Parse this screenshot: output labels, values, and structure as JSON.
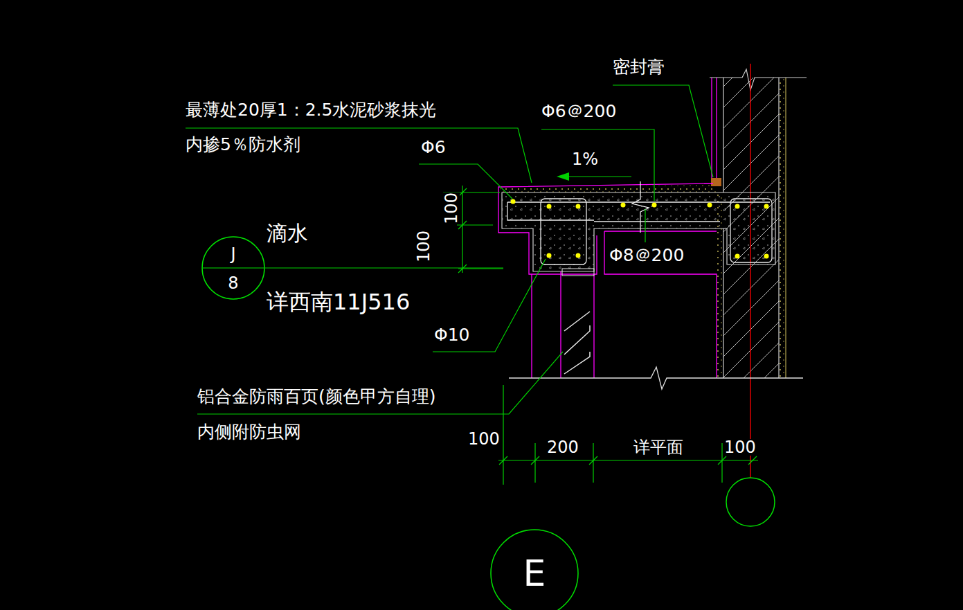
{
  "diagram": {
    "nodes": [
      {
        "text": [
          "J",
          "8"
        ]
      },
      {
        "text": [
          "E"
        ]
      }
    ],
    "labels": [
      "最薄处20厚1：2.5水泥砂浆抹光",
      "内掺5％防水剂",
      "Φ6",
      "Φ6＠200",
      "1%",
      "密封膏",
      "100",
      "滴水",
      "100",
      "详西南11J516",
      "Φ8＠200",
      "Φ10",
      "铝合金防雨百页(颜色甲方自理)",
      "内侧附防虫网",
      "100",
      "200",
      "详平面",
      "100"
    ]
  }
}
